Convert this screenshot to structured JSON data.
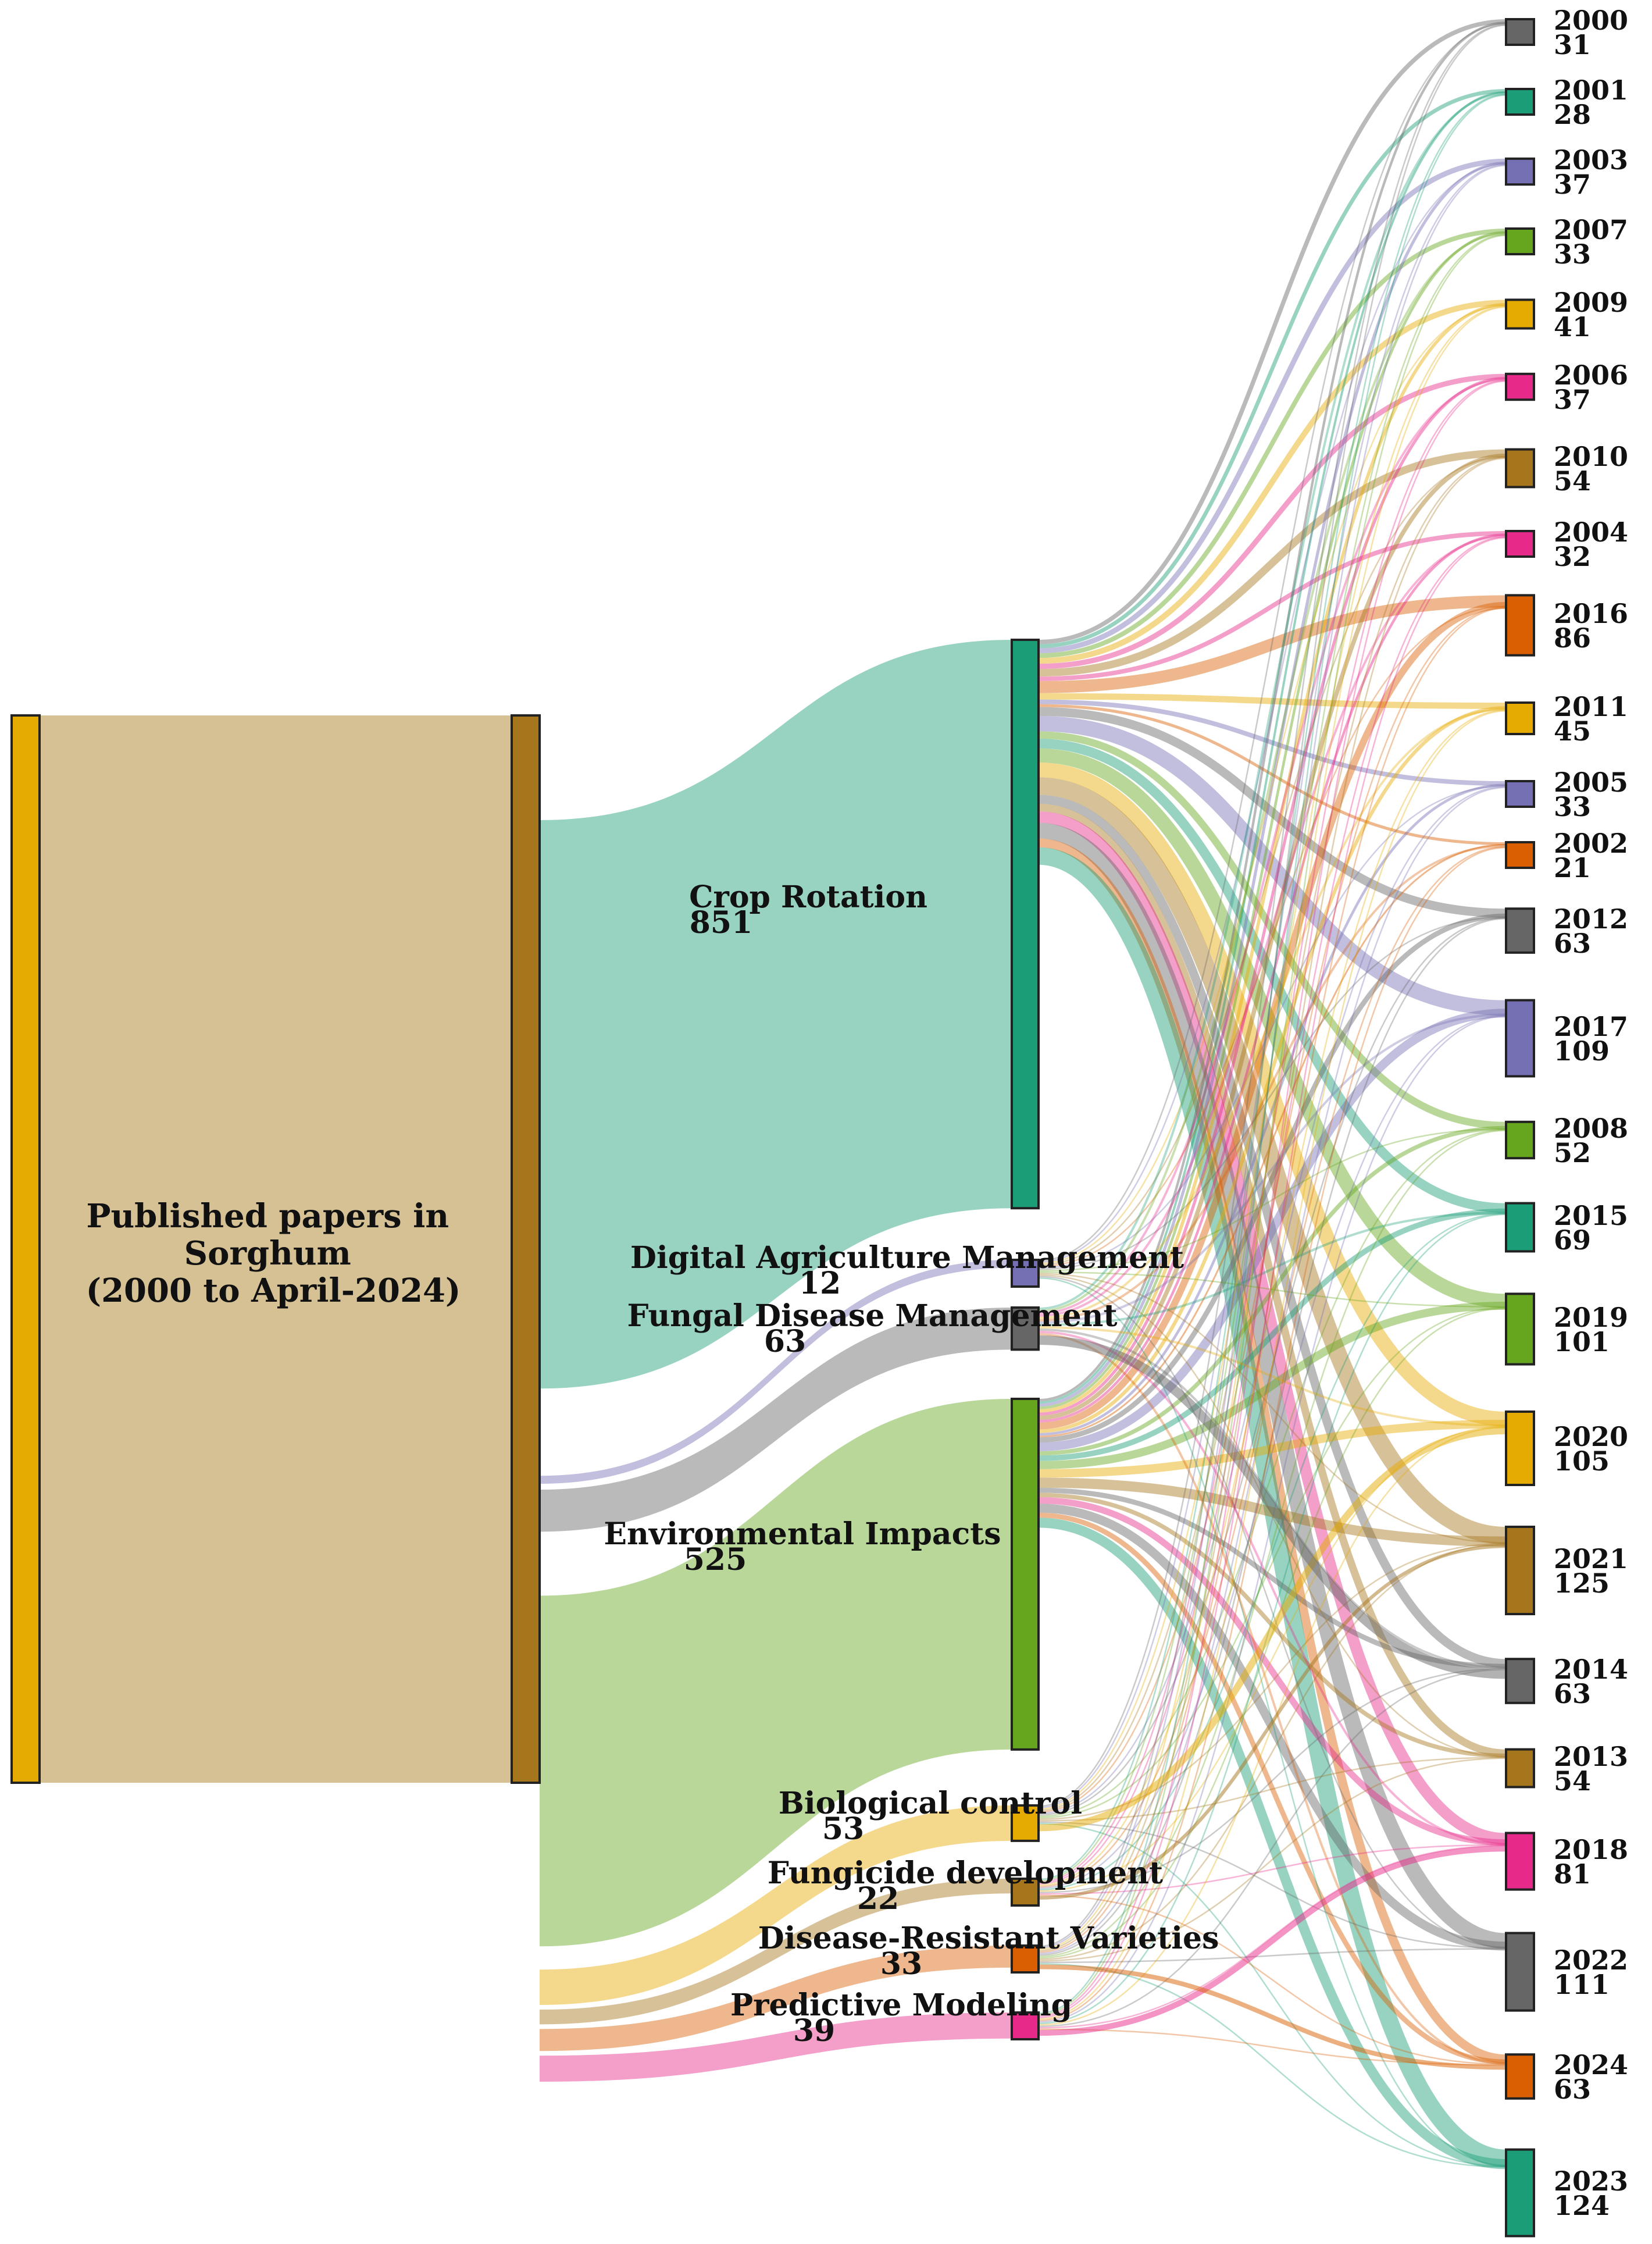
{
  "root": {
    "lines": [
      "Published papers in",
      "Sorghum",
      "(2000 to April-2024)"
    ],
    "color": "#d6c195"
  },
  "topics": [
    {
      "id": "crop",
      "name": "Crop Rotation",
      "value": "851",
      "color": "#1b9e77"
    },
    {
      "id": "digital",
      "name": "Digital Agriculture Management",
      "value": "12",
      "color": "#7570b3"
    },
    {
      "id": "fungal",
      "name": "Fungal Disease Management",
      "value": "63",
      "color": "#666666"
    },
    {
      "id": "env",
      "name": "Environmental Impacts",
      "value": "525",
      "color": "#66a61e"
    },
    {
      "id": "bio",
      "name": "Biological control",
      "value": "53",
      "color": "#e6ab02"
    },
    {
      "id": "fungicide",
      "name": "Fungicide development",
      "value": "22",
      "color": "#a6761d"
    },
    {
      "id": "resistant",
      "name": "Disease-Resistant Varieties",
      "value": "33",
      "color": "#d95f02"
    },
    {
      "id": "predictive",
      "name": "Predictive Modeling",
      "value": "39",
      "color": "#e7298a"
    }
  ],
  "years": [
    {
      "year": "2000",
      "value": "31",
      "color": "#666666"
    },
    {
      "year": "2001",
      "value": "28",
      "color": "#1b9e77"
    },
    {
      "year": "2003",
      "value": "37",
      "color": "#7570b3"
    },
    {
      "year": "2007",
      "value": "33",
      "color": "#66a61e"
    },
    {
      "year": "2009",
      "value": "41",
      "color": "#e6ab02"
    },
    {
      "year": "2006",
      "value": "37",
      "color": "#e7298a"
    },
    {
      "year": "2010",
      "value": "54",
      "color": "#a6761d"
    },
    {
      "year": "2004",
      "value": "32",
      "color": "#e7298a"
    },
    {
      "year": "2016",
      "value": "86",
      "color": "#d95f02"
    },
    {
      "year": "2011",
      "value": "45",
      "color": "#e6ab02"
    },
    {
      "year": "2005",
      "value": "33",
      "color": "#7570b3"
    },
    {
      "year": "2002",
      "value": "21",
      "color": "#d95f02"
    },
    {
      "year": "2012",
      "value": "63",
      "color": "#666666"
    },
    {
      "year": "2017",
      "value": "109",
      "color": "#7570b3"
    },
    {
      "year": "2008",
      "value": "52",
      "color": "#66a61e"
    },
    {
      "year": "2015",
      "value": "69",
      "color": "#1b9e77"
    },
    {
      "year": "2019",
      "value": "101",
      "color": "#66a61e"
    },
    {
      "year": "2020",
      "value": "105",
      "color": "#e6ab02"
    },
    {
      "year": "2021",
      "value": "125",
      "color": "#a6761d"
    },
    {
      "year": "2014",
      "value": "63",
      "color": "#666666"
    },
    {
      "year": "2013",
      "value": "54",
      "color": "#a6761d"
    },
    {
      "year": "2018",
      "value": "81",
      "color": "#e7298a"
    },
    {
      "year": "2022",
      "value": "111",
      "color": "#666666"
    },
    {
      "year": "2024",
      "value": "63",
      "color": "#d95f02"
    },
    {
      "year": "2023",
      "value": "124",
      "color": "#1b9e77"
    }
  ]
}
